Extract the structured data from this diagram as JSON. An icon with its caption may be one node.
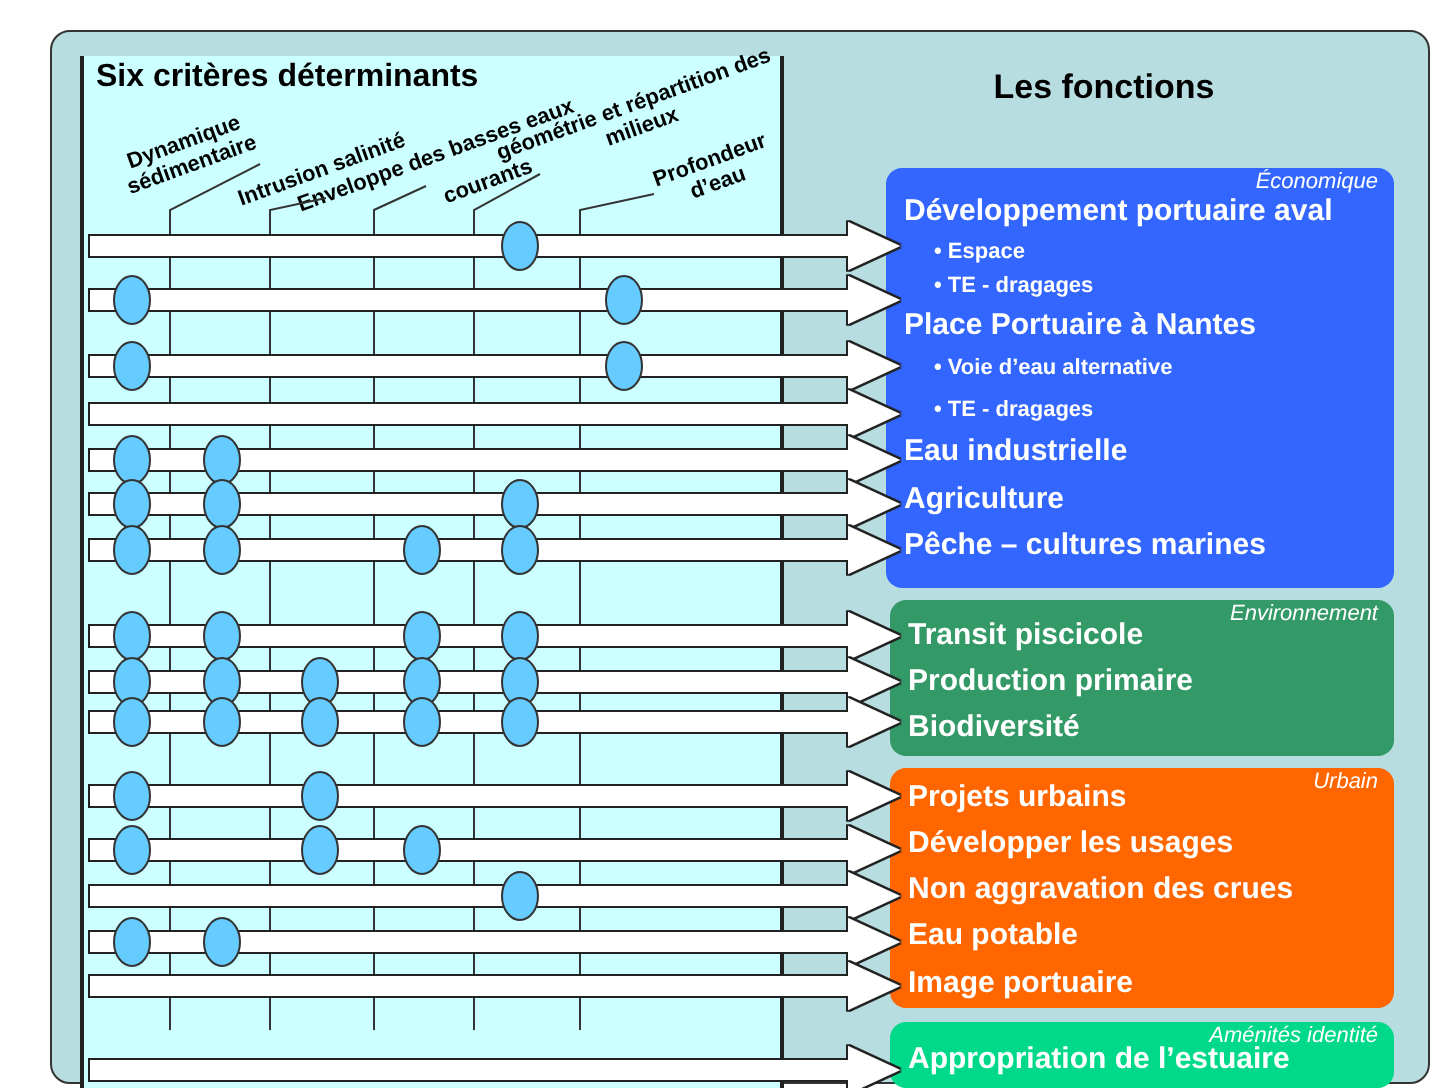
{
  "diagram": {
    "nodes": [
      {
        "text": [
          "Six critères déterminants"
        ]
      },
      {
        "text": [
          "Dynamique sédimentaire"
        ],
        "in": 0
      },
      {
        "text": [
          "Intrusion salinité"
        ],
        "in": 0
      },
      {
        "text": [
          "Enveloppe des basses eaux"
        ],
        "in": 0
      },
      {
        "text": [
          "courants"
        ],
        "in": 0
      },
      {
        "text": [
          "géométrie et répartition des milieux"
        ],
        "in": 0
      },
      {
        "text": [
          "Profondeur d’eau"
        ],
        "in": 0
      },
      {
        "text": [
          "Les fonctions"
        ]
      },
      {
        "text": [
          "Économique"
        ],
        "in": 7
      },
      {
        "text": [
          "Développement portuaire aval"
        ],
        "in": 8
      },
      {
        "text": [
          "• Espace"
        ],
        "in": 8
      },
      {
        "text": [
          "• TE - dragages"
        ],
        "in": 8
      },
      {
        "text": [
          "Place Portuaire à Nantes"
        ],
        "in": 8
      },
      {
        "text": [
          "• Voie d’eau alternative"
        ],
        "in": 8
      },
      {
        "text": [
          "• TE - dragages"
        ],
        "in": 8
      },
      {
        "text": [
          "Eau industrielle"
        ],
        "in": 8
      },
      {
        "text": [
          "Agriculture"
        ],
        "in": 8
      },
      {
        "text": [
          "Pêche – cultures marines"
        ],
        "in": 8
      },
      {
        "text": [
          "Environnement"
        ],
        "in": 7
      },
      {
        "text": [
          "Transit piscicole"
        ],
        "in": 18
      },
      {
        "text": [
          "Production primaire"
        ],
        "in": 18
      },
      {
        "text": [
          "Biodiversité"
        ],
        "in": 18
      },
      {
        "text": [
          "Urbain"
        ],
        "in": 7
      },
      {
        "text": [
          "Projets urbains"
        ],
        "in": 22
      },
      {
        "text": [
          "Développer les usages"
        ],
        "in": 22
      },
      {
        "text": [
          "Non aggravation des crues"
        ],
        "in": 22
      },
      {
        "text": [
          "Eau potable"
        ],
        "in": 22
      },
      {
        "text": [
          "Image portuaire"
        ],
        "in": 22
      },
      {
        "text": [
          "Aménités identité"
        ],
        "in": 7
      },
      {
        "text": [
          "Appropriation de l’estuaire"
        ],
        "in": 28
      }
    ],
    "edges": [
      {
        "from": 1,
        "to": null,
        "arrow": "none",
        "color": "#333333"
      },
      {
        "from": 2,
        "to": null,
        "arrow": "none",
        "color": "#333333"
      },
      {
        "from": 3,
        "to": null,
        "arrow": "none",
        "color": "#333333"
      },
      {
        "from": 4,
        "to": null,
        "arrow": "none",
        "color": "#333333"
      },
      {
        "from": 5,
        "to": null,
        "arrow": "none",
        "color": "#333333"
      },
      {
        "from": 0,
        "to": 10,
        "arrow": "to"
      },
      {
        "from": 0,
        "to": 11,
        "arrow": "to"
      },
      {
        "from": 0,
        "to": 13,
        "arrow": "to"
      },
      {
        "from": 0,
        "to": 14,
        "arrow": "to"
      },
      {
        "from": 0,
        "to": 15,
        "arrow": "to"
      },
      {
        "from": 0,
        "to": 16,
        "arrow": "to"
      },
      {
        "from": 0,
        "to": 17,
        "arrow": "to"
      },
      {
        "from": 0,
        "to": 19,
        "arrow": "to"
      },
      {
        "from": 0,
        "to": 20,
        "arrow": "to"
      },
      {
        "from": 0,
        "to": 21,
        "arrow": "to"
      },
      {
        "from": 0,
        "to": 23,
        "arrow": "to"
      },
      {
        "from": 0,
        "to": 24,
        "arrow": "to"
      },
      {
        "from": 0,
        "to": 25,
        "arrow": "to"
      },
      {
        "from": 0,
        "to": 26,
        "arrow": "to"
      },
      {
        "from": 0,
        "to": 27,
        "arrow": "to"
      },
      {
        "from": 0,
        "to": 29,
        "arrow": "to"
      }
    ]
  }
}
